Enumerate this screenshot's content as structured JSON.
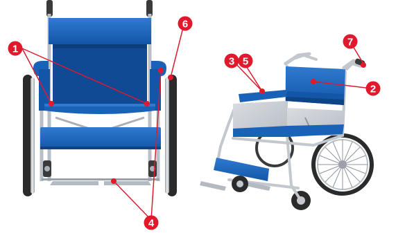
{
  "colors": {
    "seat_blue": "#1a62b8",
    "seat_blue_dark": "#104a94",
    "frame_silver": "#c9ced4",
    "frame_shadow": "#8f969e",
    "tire_dark": "#2b2b2b",
    "callout_red": "#e0192d"
  },
  "callouts": [
    {
      "id": "c1",
      "label": "1"
    },
    {
      "id": "c2",
      "label": "2"
    },
    {
      "id": "c3",
      "label": "3"
    },
    {
      "id": "c4",
      "label": "4"
    },
    {
      "id": "c5",
      "label": "5"
    },
    {
      "id": "c6",
      "label": "6"
    },
    {
      "id": "c7",
      "label": "7"
    }
  ]
}
